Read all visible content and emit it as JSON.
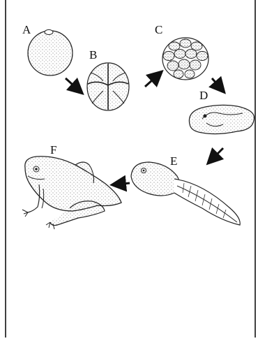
{
  "stages": [
    {
      "label": "A",
      "icon": "egg-icon"
    },
    {
      "label": "B",
      "icon": "cleaving-embryo-icon"
    },
    {
      "label": "C",
      "icon": "blastula-icon"
    },
    {
      "label": "D",
      "icon": "early-larva-icon"
    },
    {
      "label": "E",
      "icon": "tadpole-icon"
    },
    {
      "label": "F",
      "icon": "frog-icon"
    }
  ],
  "colors": {
    "ink": "#111111",
    "paper": "#ffffff",
    "stipple": "#555555",
    "border": "#000000"
  }
}
